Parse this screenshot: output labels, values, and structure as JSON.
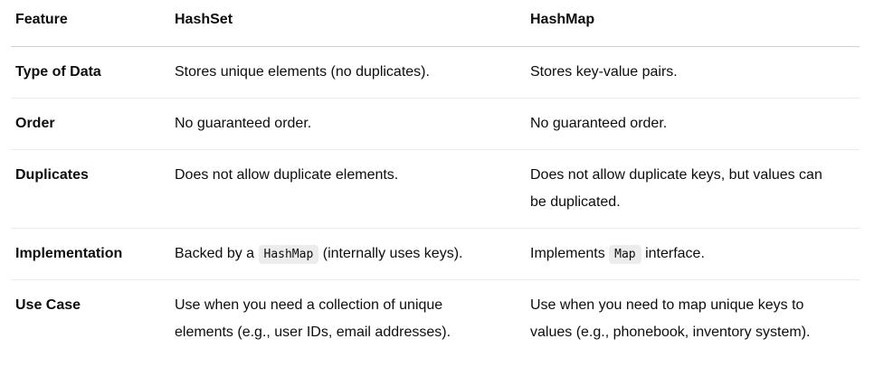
{
  "colors": {
    "background": "#ffffff",
    "text": "#0d0d0d",
    "header_border": "#d0d0d0",
    "row_border": "#ebebeb",
    "code_background": "#ececec"
  },
  "table": {
    "columns": [
      {
        "key": "feature",
        "label": "Feature"
      },
      {
        "key": "hashset",
        "label": "HashSet"
      },
      {
        "key": "hashmap",
        "label": "HashMap"
      }
    ],
    "rows": [
      {
        "feature": "Type of Data",
        "hashset": "Stores unique elements (no duplicates).",
        "hashmap": "Stores key-value pairs."
      },
      {
        "feature": "Order",
        "hashset": "No guaranteed order.",
        "hashmap": "No guaranteed order."
      },
      {
        "feature": "Duplicates",
        "hashset": "Does not allow duplicate elements.",
        "hashmap": "Does not allow duplicate keys, but values can be duplicated."
      },
      {
        "feature": "Implementation",
        "hashset": {
          "before": "Backed by a ",
          "code": "HashMap",
          "after": " (internally uses keys)."
        },
        "hashmap": {
          "before": "Implements ",
          "code": "Map",
          "after": " interface."
        }
      },
      {
        "feature": "Use Case",
        "hashset": "Use when you need a collection of unique elements (e.g., user IDs, email addresses).",
        "hashmap": "Use when you need to map unique keys to values (e.g., phonebook, inventory system)."
      }
    ]
  }
}
